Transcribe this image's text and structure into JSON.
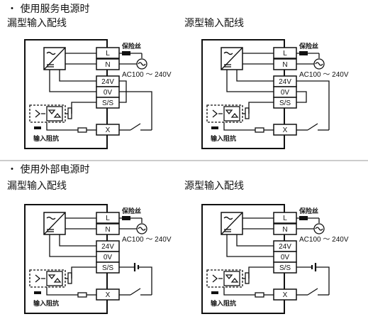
{
  "sections": [
    {
      "heading": "・ 使用服务电源时",
      "diagrams": [
        {
          "title": "漏型输入配线",
          "terminals": [
            "L",
            "N",
            "24V",
            "0V",
            "S/S",
            "X"
          ],
          "fuse_label": "保险丝",
          "ac_label": "AC100 ～ 240V",
          "impedance_label": "输入阻抗"
        },
        {
          "title": "源型输入配线",
          "terminals": [
            "L",
            "N",
            "24V",
            "0V",
            "S/S",
            "X"
          ],
          "fuse_label": "保险丝",
          "ac_label": "AC100 ～ 240V",
          "impedance_label": "输入阻抗"
        }
      ]
    },
    {
      "heading": "・ 使用外部电源时",
      "diagrams": [
        {
          "title": "漏型输入配线",
          "terminals": [
            "L",
            "N",
            "24V",
            "0V",
            "S/S",
            "X"
          ],
          "fuse_label": "保险丝",
          "ac_label": "AC100 ～ 240V",
          "impedance_label": "输入阻抗"
        },
        {
          "title": "源型输入配线",
          "terminals": [
            "L",
            "N",
            "24V",
            "0V",
            "S/S",
            "X"
          ],
          "fuse_label": "保险丝",
          "ac_label": "AC100 ～ 240V",
          "impedance_label": "输入阻抗"
        }
      ]
    }
  ]
}
